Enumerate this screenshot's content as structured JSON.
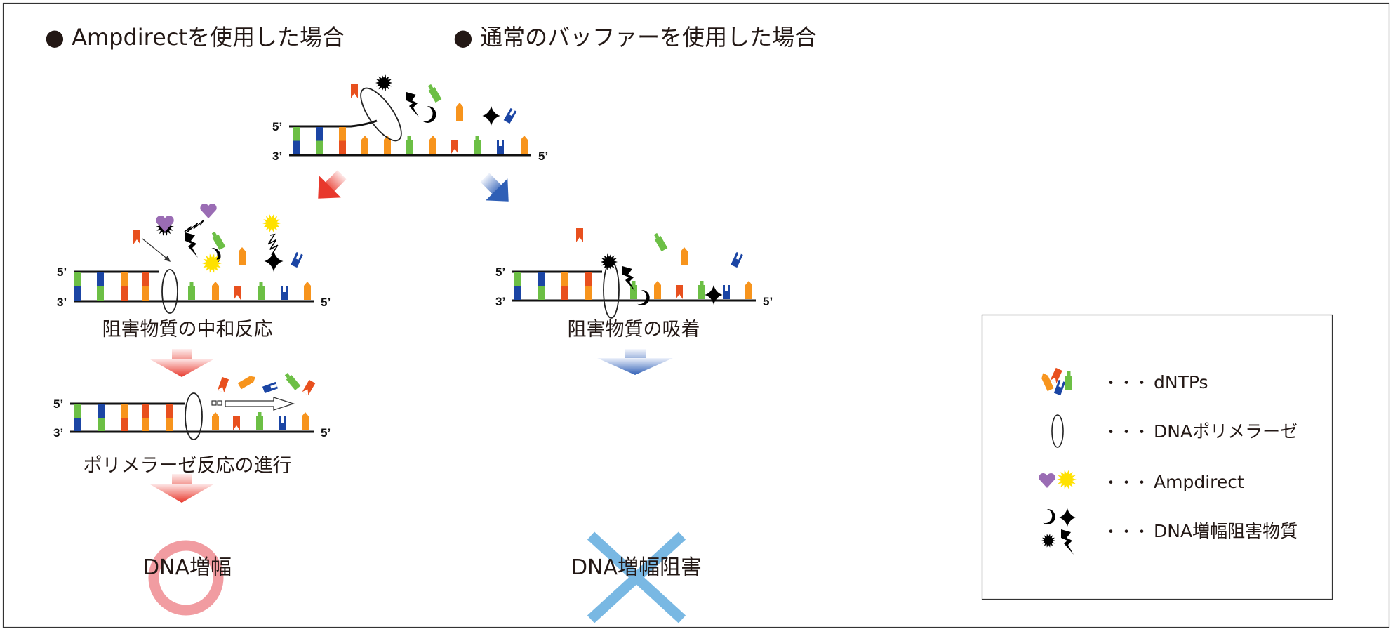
{
  "titles": {
    "ampdirect": "● Ampdirectを使用した場合",
    "normal_buffer": "● 通常のバッファーを使用した場合"
  },
  "strand_labels": {
    "five": "5’",
    "three": "3’"
  },
  "steps": {
    "neutralization": "阻害物質の中和反応",
    "polymerase_progress": "ポリメラーゼ反応の進行",
    "adsorption": "阻害物質の吸着"
  },
  "results": {
    "amplified": "DNA増幅",
    "inhibited": "DNA増幅阻害"
  },
  "legend": [
    {
      "icon": "dntps-icon",
      "dots": "・・・",
      "label": "dNTPs"
    },
    {
      "icon": "polymerase-icon",
      "dots": "・・・",
      "label": "DNAポリメラーゼ"
    },
    {
      "icon": "ampdirect-icon",
      "dots": "・・・",
      "label": "Ampdirect"
    },
    {
      "icon": "inhibitor-icon",
      "dots": "・・・",
      "label": "DNA増幅阻害物質"
    }
  ],
  "colors": {
    "green": "#6cbf45",
    "blue": "#1b45a4",
    "orange": "#f7941d",
    "red": "#e8501e",
    "purple": "#9a6cb4",
    "yellow": "#ffe100",
    "success_ring": "#f19ca1",
    "fail_cross": "#79b8e3"
  }
}
